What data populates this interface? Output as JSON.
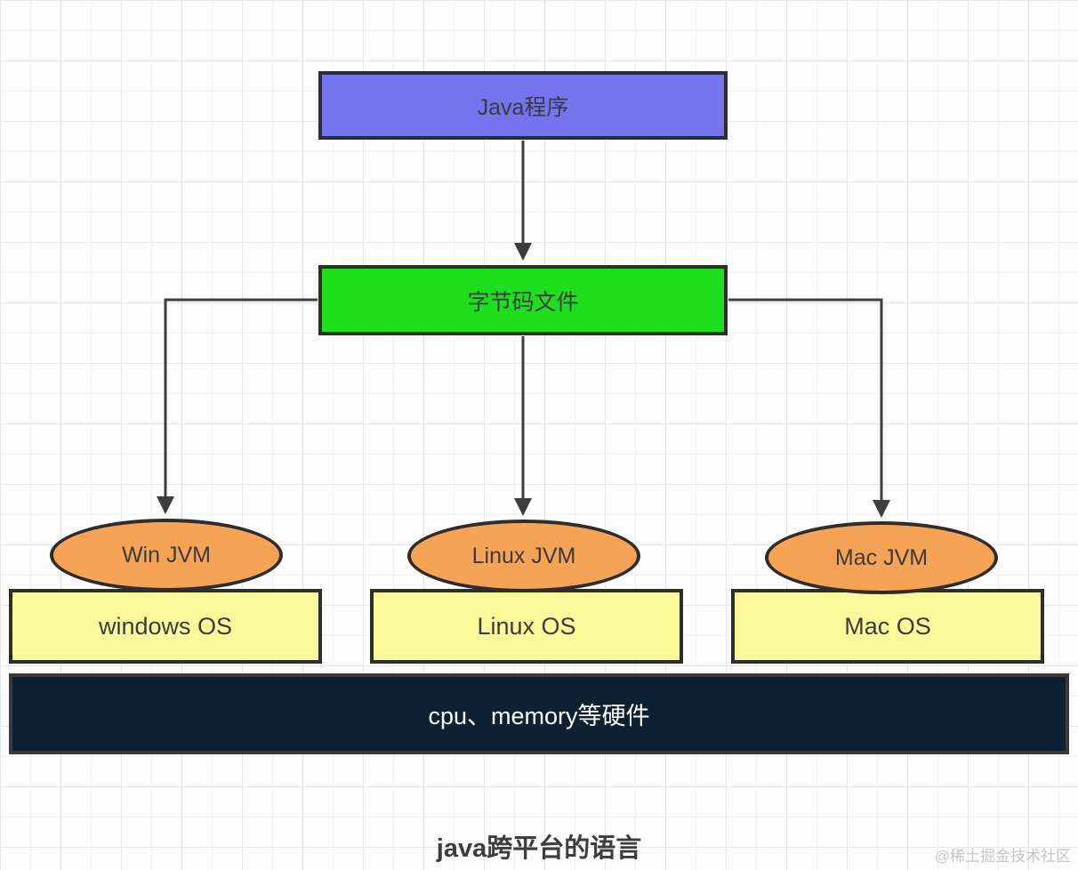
{
  "diagram": {
    "nodes": {
      "java_program": {
        "label": "Java程序",
        "fill": "#7574f0"
      },
      "bytecode": {
        "label": "字节码文件",
        "fill": "#1ddf1d"
      },
      "win_jvm": {
        "label": "Win JVM",
        "fill": "#f7a355"
      },
      "linux_jvm": {
        "label": "Linux JVM",
        "fill": "#f7a355"
      },
      "mac_jvm": {
        "label": "Mac JVM",
        "fill": "#f7a355"
      },
      "windows_os": {
        "label": "windows OS",
        "fill": "#fafa9b"
      },
      "linux_os": {
        "label": "Linux OS",
        "fill": "#fafa9b"
      },
      "mac_os": {
        "label": "Mac OS",
        "fill": "#fafa9b"
      },
      "hardware": {
        "label": "cpu、memory等硬件",
        "fill": "#0e2133"
      }
    },
    "edges": [
      "java_program -> bytecode",
      "bytecode -> win_jvm",
      "bytecode -> linux_jvm",
      "bytecode -> mac_jvm"
    ],
    "caption": "java跨平台的语言",
    "watermark": "@稀土掘金技术社区",
    "colors": {
      "connector": "#3d3d3d",
      "shape_border": "#2d2d2d",
      "text": "#3b3b3b",
      "hardware_text": "#fefefe"
    }
  }
}
